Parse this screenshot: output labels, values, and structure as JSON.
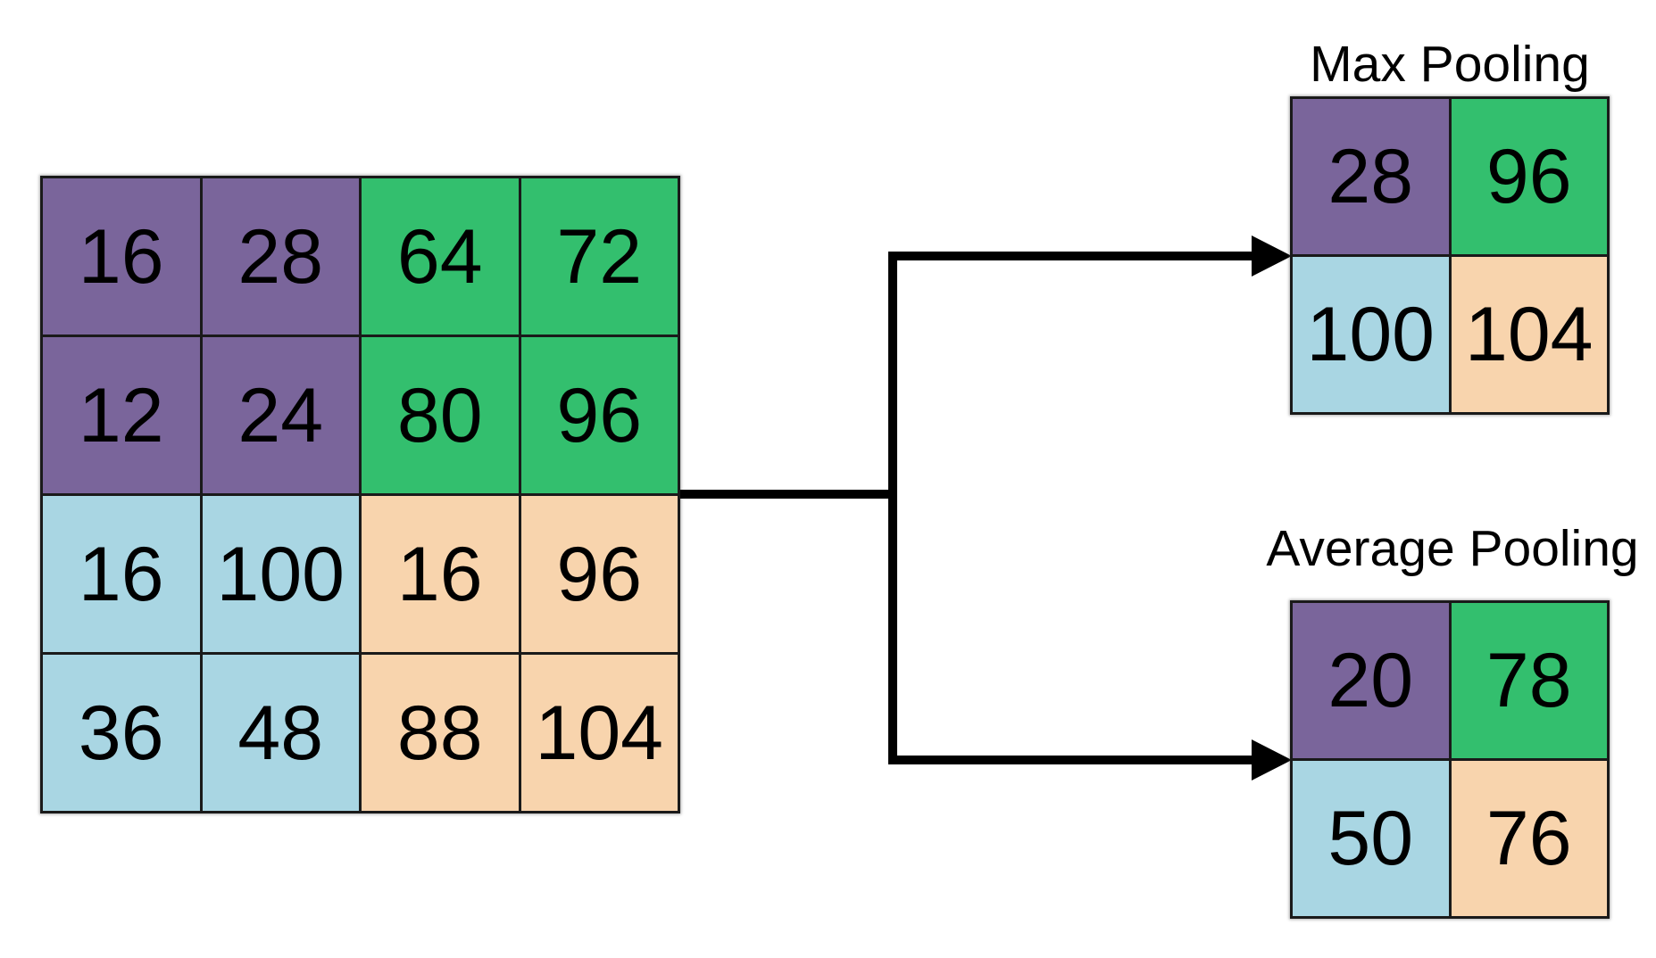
{
  "titles": {
    "max": "Max Pooling",
    "average": "Average Pooling"
  },
  "colors": {
    "purple": "#7A659B",
    "green": "#33BF6E",
    "blue": "#A9D6E3",
    "peach": "#F8D4AD",
    "grid_line": "#1A1A1A",
    "connector": "#000000",
    "text": "#000000"
  },
  "icons": {
    "arrowhead_max": "arrow-right-icon",
    "arrowhead_average": "arrow-right-icon"
  },
  "input_matrix": {
    "rows": [
      [
        16,
        28,
        64,
        72
      ],
      [
        12,
        24,
        80,
        96
      ],
      [
        16,
        100,
        16,
        96
      ],
      [
        36,
        48,
        88,
        104
      ]
    ],
    "cell_colors": [
      [
        "purple",
        "purple",
        "green",
        "green"
      ],
      [
        "purple",
        "purple",
        "green",
        "green"
      ],
      [
        "blue",
        "blue",
        "peach",
        "peach"
      ],
      [
        "blue",
        "blue",
        "peach",
        "peach"
      ]
    ]
  },
  "max_pooling": {
    "rows": [
      [
        28,
        96
      ],
      [
        100,
        104
      ]
    ],
    "cell_colors": [
      [
        "purple",
        "green"
      ],
      [
        "blue",
        "peach"
      ]
    ]
  },
  "average_pooling": {
    "rows": [
      [
        20,
        78
      ],
      [
        50,
        76
      ]
    ],
    "cell_colors": [
      [
        "purple",
        "green"
      ],
      [
        "blue",
        "peach"
      ]
    ]
  }
}
